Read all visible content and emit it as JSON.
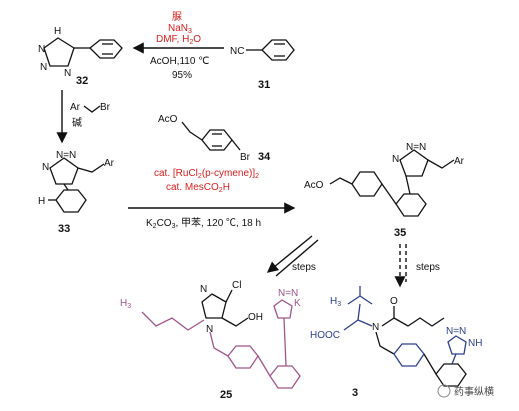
{
  "compounds": {
    "c32": "32",
    "c31": "31",
    "c33": "33",
    "c34": "34",
    "c35": "35",
    "c25": "25",
    "c3": "3"
  },
  "step1": {
    "reagent1": "脲",
    "reagent2": "NaN",
    "reagent2_sub": "3",
    "reagent3": "DMF, H",
    "reagent3_sub": "2",
    "reagent3_end": "O",
    "below1": "AcOH,110 ℃",
    "below2": "95%"
  },
  "step2": {
    "reagent_ar": "Ar",
    "reagent_br": "Br",
    "base": "碱"
  },
  "step3": {
    "cat1_pre": "cat. [RuCl",
    "cat1_sub": "2",
    "cat1_mid": "(p-cymene)]",
    "cat1_sub2": "2",
    "cat2_pre": "cat. MesCO",
    "cat2_sub": "2",
    "cat2_end": "H",
    "below_pre": "K",
    "below_sub": "2",
    "below_mid": "CO",
    "below_sub2": "3",
    "below_end": ", 甲苯, 120 ℃, 18 h"
  },
  "steps_label_left": "steps",
  "steps_label_right": "steps",
  "atoms": {
    "nc": "NC",
    "h": "H",
    "n": "N",
    "nh": "NH",
    "nn": "N=N",
    "ar": "Ar",
    "aco": "AcO",
    "br": "Br",
    "cl": "Cl",
    "oh": "OH",
    "nnk": "N=N",
    "k": "K",
    "h3": "H",
    "h3_sub": "3",
    "h3c": "H",
    "h3c_sub": "3",
    "hooc": "HOOC",
    "o": "O",
    "nh_tet": "NH"
  },
  "watermark": "药事纵横",
  "colors": {
    "conditions": "#d9201f",
    "valsartan": "#2f3f8c",
    "losartan": "#a0558a"
  }
}
